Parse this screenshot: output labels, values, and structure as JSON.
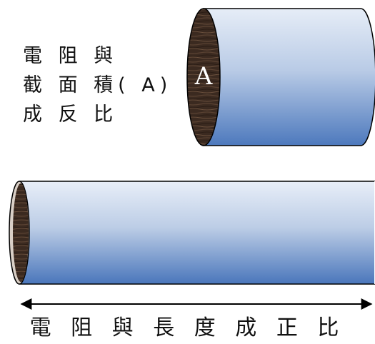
{
  "diagram": {
    "left_text": {
      "lines": [
        "電 阻 與",
        "截 面 積( A)",
        "成 反 比"
      ]
    },
    "area_label": "A",
    "bottom_text": "電 阻 與 長 度 成 正 比"
  }
}
